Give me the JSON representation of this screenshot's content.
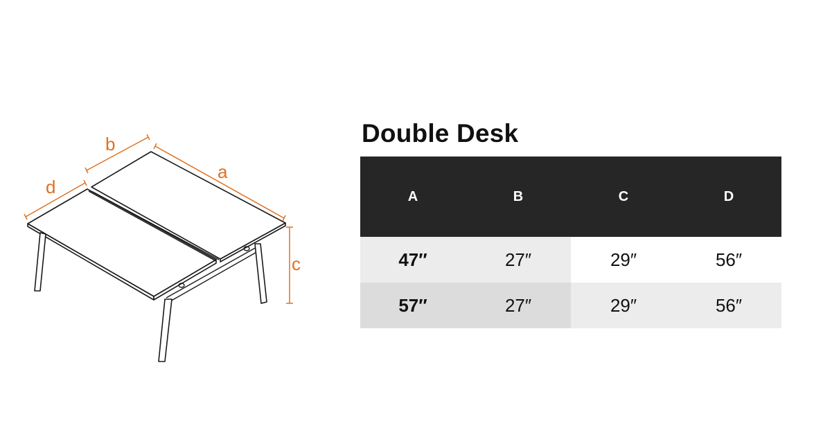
{
  "diagram": {
    "labels": {
      "a": "a",
      "b": "b",
      "c": "c",
      "d": "d"
    },
    "dimension_color": "#e07020",
    "line_color": "#1a1a1a"
  },
  "spec_table": {
    "title": "Double Desk",
    "headers": [
      "A",
      "B",
      "C",
      "D"
    ],
    "rows": [
      [
        "47″",
        "27″",
        "29″",
        "56″"
      ],
      [
        "57″",
        "27″",
        "29″",
        "56″"
      ]
    ],
    "colors": {
      "header_bg": "#262626",
      "header_text": "#ffffff",
      "cell_light": "#ececec",
      "cell_white": "#ffffff",
      "cell_mid": "#dcdcdc"
    }
  }
}
